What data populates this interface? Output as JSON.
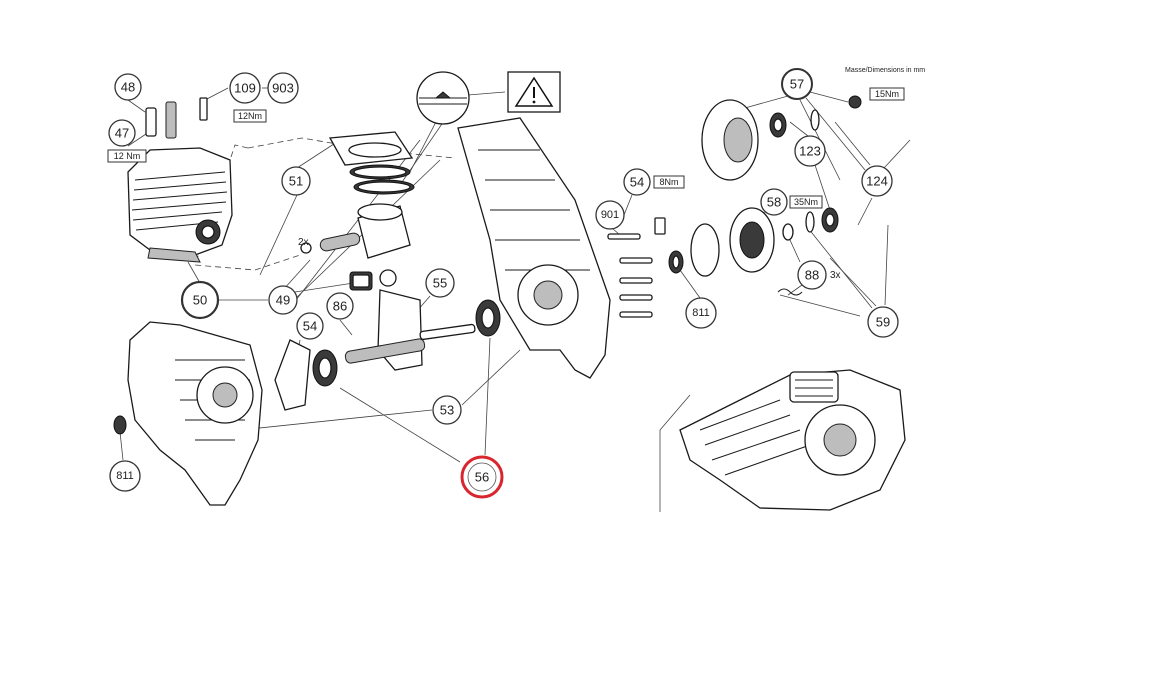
{
  "diagram": {
    "dimensions_note": "Masse/Dimensions in mm",
    "highlight_color": "#d9262e",
    "highlighted_callout": "56",
    "callouts": [
      {
        "id": "c48",
        "label": "48"
      },
      {
        "id": "c47",
        "label": "47"
      },
      {
        "id": "c109",
        "label": "109"
      },
      {
        "id": "c903",
        "label": "903"
      },
      {
        "id": "c51",
        "label": "51"
      },
      {
        "id": "c50",
        "label": "50"
      },
      {
        "id": "c49",
        "label": "49"
      },
      {
        "id": "c86",
        "label": "86"
      },
      {
        "id": "c55",
        "label": "55"
      },
      {
        "id": "c54a",
        "label": "54"
      },
      {
        "id": "c54b",
        "label": "54"
      },
      {
        "id": "c53",
        "label": "53"
      },
      {
        "id": "c56",
        "label": "56"
      },
      {
        "id": "c811a",
        "label": "811"
      },
      {
        "id": "c811b",
        "label": "811"
      },
      {
        "id": "c901",
        "label": "901"
      },
      {
        "id": "c57",
        "label": "57"
      },
      {
        "id": "c123",
        "label": "123"
      },
      {
        "id": "c124",
        "label": "124"
      },
      {
        "id": "c58",
        "label": "58"
      },
      {
        "id": "c88",
        "label": "88"
      },
      {
        "id": "c59",
        "label": "59"
      }
    ],
    "torque_labels": {
      "t12nm_a": "12Nm",
      "t12nm_b": "12 Nm",
      "t8nm": "8Nm",
      "t35nm": "35Nm",
      "t15nm": "15Nm"
    },
    "quantity_labels": {
      "q2x": "2x",
      "q3x": "3x"
    }
  }
}
